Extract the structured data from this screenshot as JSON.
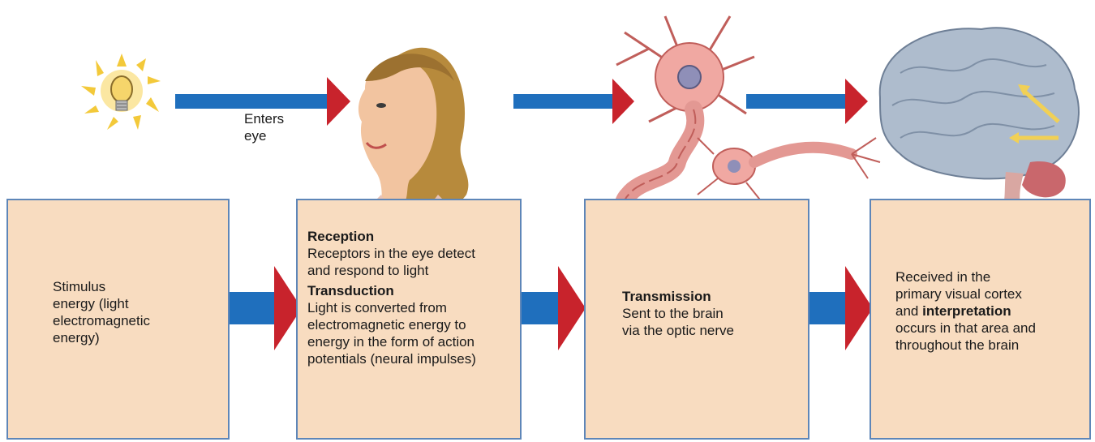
{
  "arrows": {
    "enters_label": [
      "Enters",
      "eye"
    ]
  },
  "stages": [
    {
      "id": "stimulus",
      "text": [
        "Stimulus",
        "energy (light",
        "electromagnetic",
        "energy)"
      ]
    },
    {
      "id": "reception-transduction",
      "reception_heading": "Reception",
      "reception_text": [
        "Receptors in the eye detect",
        "and respond to light"
      ],
      "transduction_heading": "Transduction",
      "transduction_text": [
        "Light is converted from",
        "electromagnetic energy to",
        "energy in the form of action",
        "potentials (neural impulses)"
      ]
    },
    {
      "id": "transmission",
      "heading": "Transmission",
      "text": [
        "Sent to the brain",
        "via the optic nerve"
      ]
    },
    {
      "id": "interpretation",
      "line1": "Received in the",
      "line2": "primary visual cortex",
      "line3_prefix": "and ",
      "line3_bold": "interpretation",
      "line4": "occurs in that area and",
      "line5": "throughout the brain"
    }
  ],
  "icons": [
    "light-bulb-icon",
    "woman-head-illustration",
    "neuron-illustration",
    "brain-illustration"
  ],
  "colors": {
    "box_fill": "#f8dcc0",
    "box_border": "#5e86b8",
    "arrow_shaft": "#1f6fbd",
    "arrow_head": "#c8232c"
  }
}
